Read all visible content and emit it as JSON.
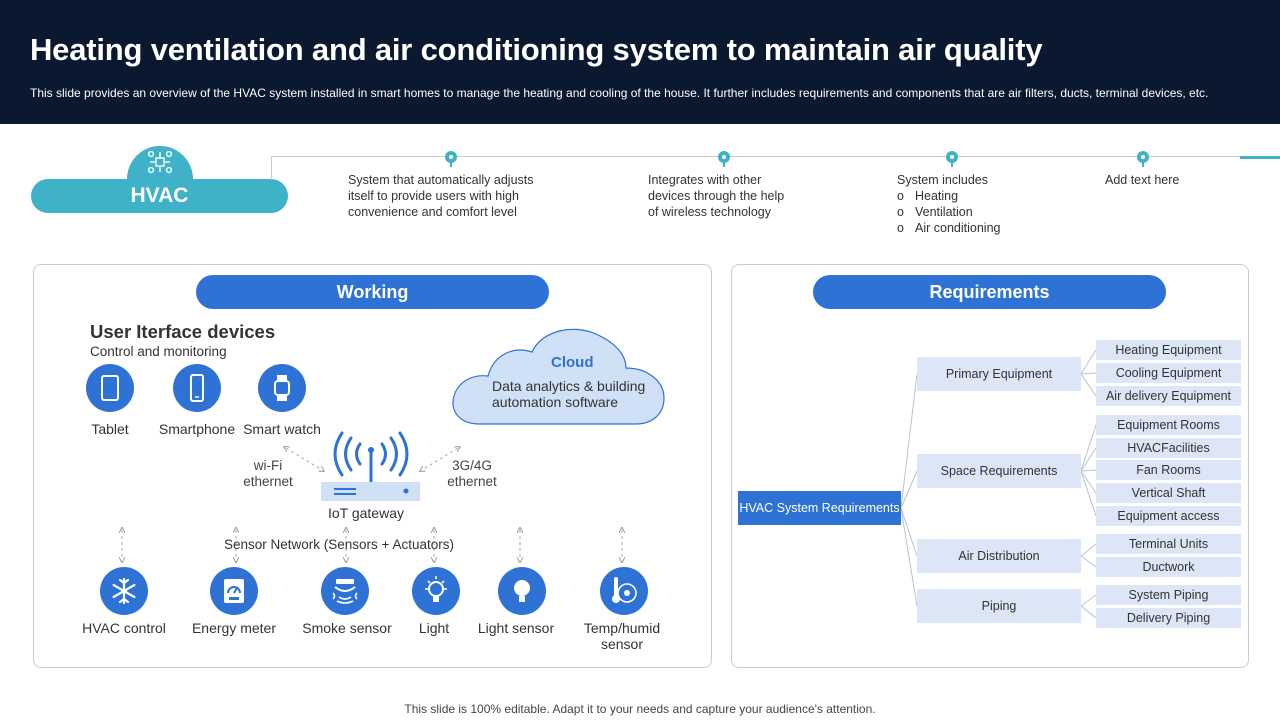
{
  "header": {
    "title": "Heating ventilation and air conditioning system to maintain air quality",
    "subtitle": "This slide provides an overview of the HVAC system installed in smart homes to manage the heating and cooling of the house. It further includes requirements and components that are air filters, ducts, terminal devices, etc."
  },
  "hvac": {
    "label": "HVAC",
    "features": [
      {
        "lines": [
          "System that automatically adjusts",
          "itself to provide users with high",
          "convenience and comfort level"
        ]
      },
      {
        "lines": [
          "Integrates with other",
          "devices through the help",
          "of wireless technology"
        ]
      },
      {
        "heading": "System includes",
        "bullets": [
          "Heating",
          "Ventilation",
          "Air conditioning"
        ]
      },
      {
        "lines": [
          "Add text here"
        ]
      }
    ]
  },
  "working": {
    "title": "Working",
    "devices_heading": "User Iterface devices",
    "devices_sub": "Control and monitoring",
    "devices": [
      "Tablet",
      "Smartphone",
      "Smart watch"
    ],
    "cloud": {
      "title": "Cloud",
      "text": "Data analytics & building automation software"
    },
    "wifi_label": "wi-Fi\nethernet",
    "cell_label": "3G/4G\nethernet",
    "gateway_label": "IoT gateway",
    "sensor_network_label": "Sensor Network (Sensors + Actuators)",
    "sensors": [
      "HVAC control",
      "Energy meter",
      "Smoke sensor",
      "Light",
      "Light sensor",
      "Temp/humid\nsensor"
    ]
  },
  "requirements": {
    "title": "Requirements",
    "root": "HVAC System Requirements",
    "groups": [
      {
        "name": "Primary Equipment",
        "items": [
          "Heating Equipment",
          "Cooling Equipment",
          "Air delivery Equipment"
        ]
      },
      {
        "name": "Space Requirements",
        "items": [
          "Equipment Rooms",
          "HVACFacilities",
          "Fan Rooms",
          "Vertical Shaft",
          "Equipment access"
        ]
      },
      {
        "name": "Air Distribution",
        "items": [
          "Terminal Units",
          "Ductwork"
        ]
      },
      {
        "name": "Piping",
        "items": [
          "System Piping",
          "Delivery Piping"
        ]
      }
    ]
  },
  "footer": "This slide is 100% editable. Adapt it to your needs and capture your audience's attention.",
  "colors": {
    "navy": "#0a1830",
    "teal": "#3fb2c8",
    "blue": "#2f72d6",
    "light_blue": "#dce6f7"
  }
}
